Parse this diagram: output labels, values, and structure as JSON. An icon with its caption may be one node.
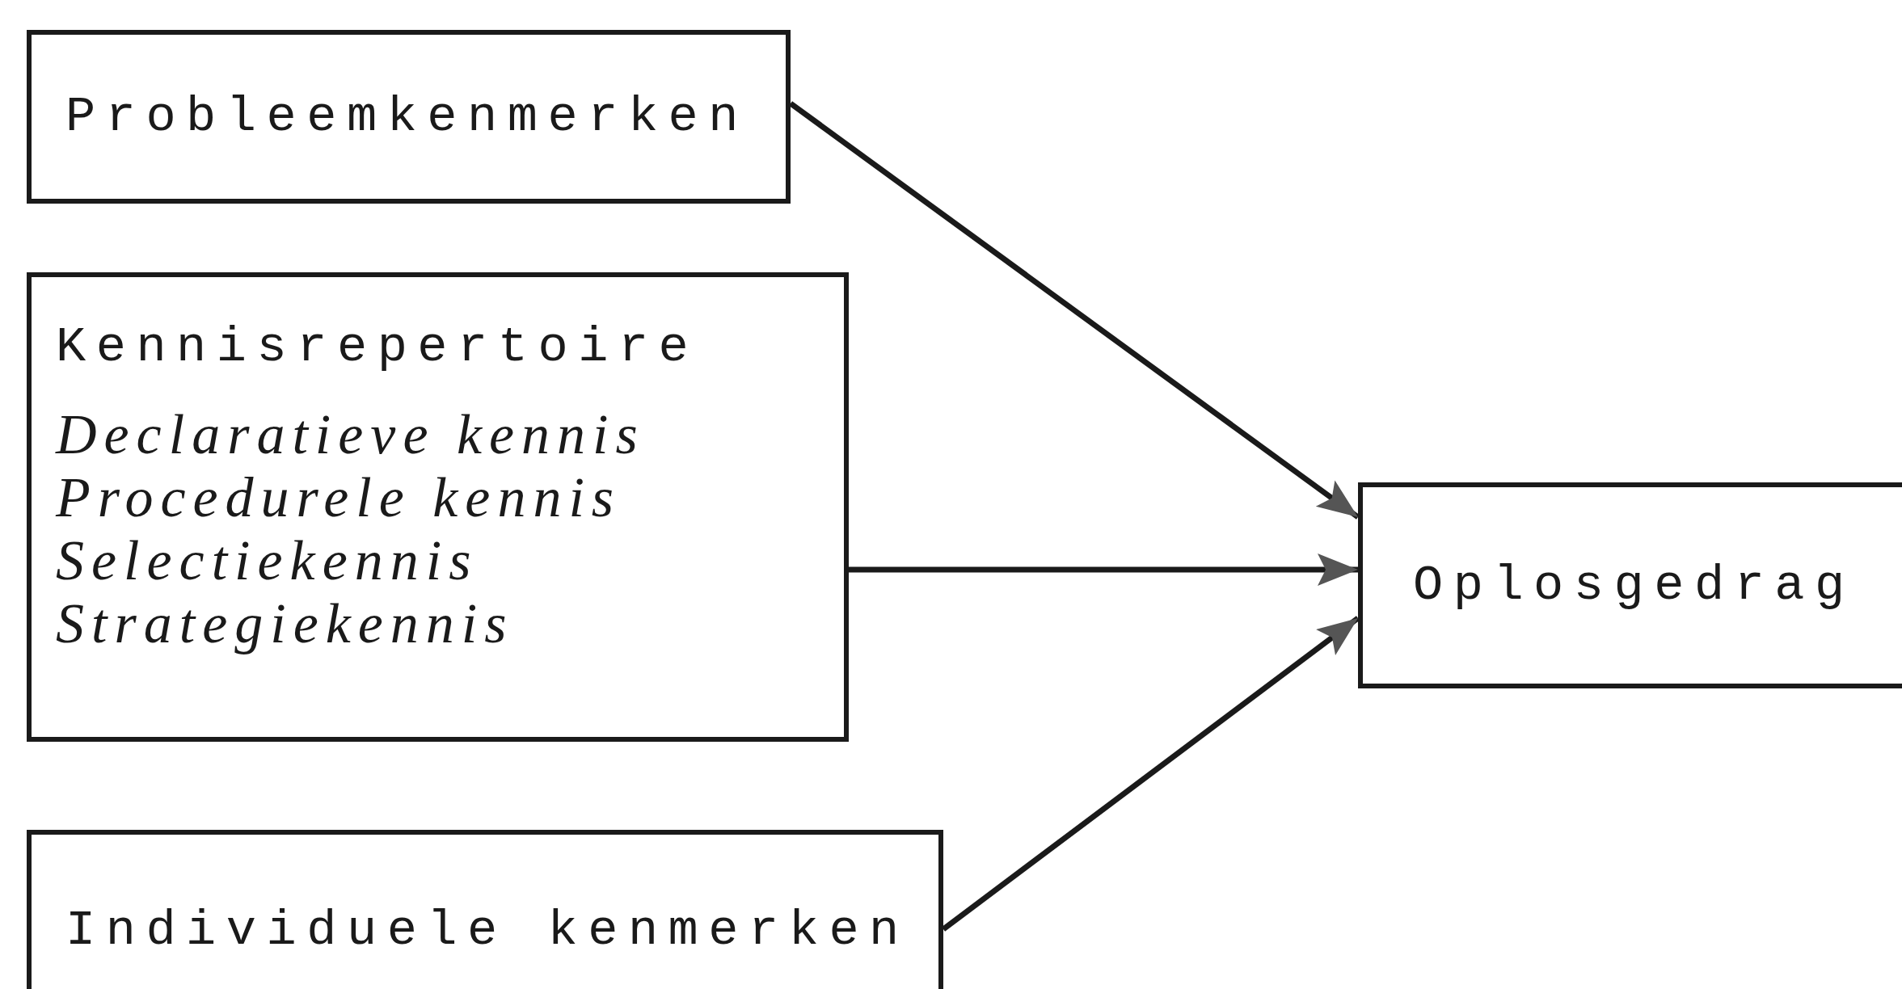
{
  "diagram": {
    "nodes": [
      {
        "text": [
          "Probleemkenmerken"
        ]
      },
      {
        "text": [
          "Kennisrepertoire",
          "Declaratieve kennis",
          "Procedurele kennis",
          "Selectiekennis",
          "Strategiekennis"
        ]
      },
      {
        "text": [
          "Individuele kenmerken"
        ]
      },
      {
        "text": [
          "Oplosgedrag"
        ]
      }
    ],
    "edges": [
      {
        "from": 0,
        "to": 3,
        "arrow": "to"
      },
      {
        "from": 1,
        "to": 3,
        "arrow": "to"
      },
      {
        "from": 2,
        "to": 3,
        "arrow": "to"
      }
    ]
  }
}
